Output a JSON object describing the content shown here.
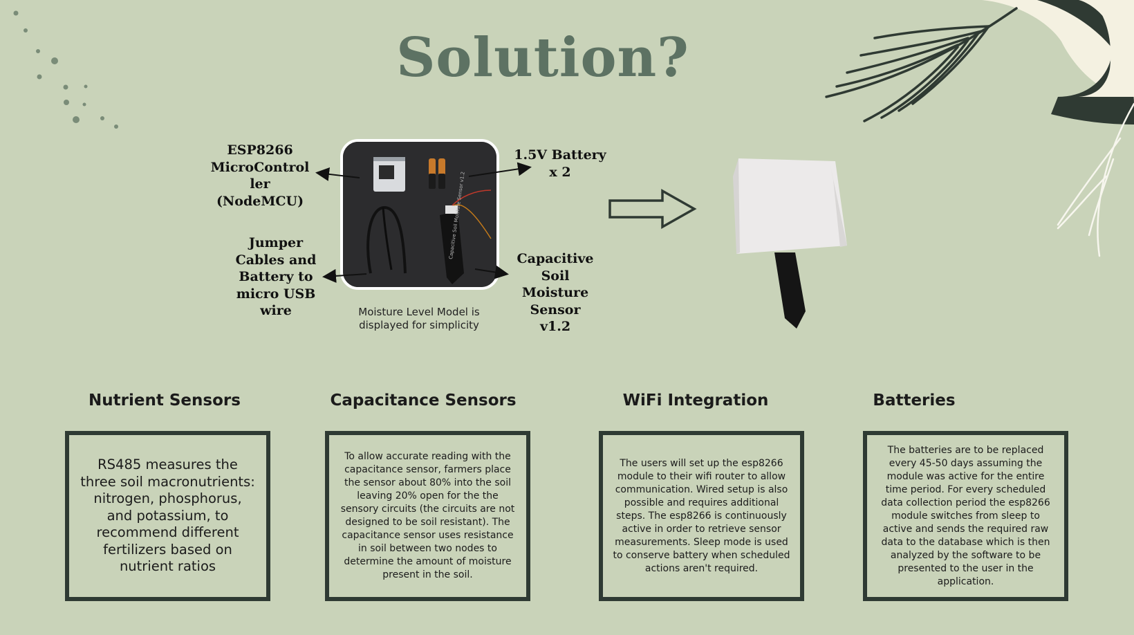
{
  "slide": {
    "title": "Solution?",
    "labels": {
      "esp8266": "ESP8266\nMicroControl\nler\n(NodeMCU)",
      "battery": "1.5V Battery\nx 2",
      "jumper": "Jumper\nCables and\nBattery to\nmicro USB\nwire",
      "capacitive": "Capacitive\nSoil\nMoisture\nSensor\nv1.2"
    },
    "caption": "Moisture Level Model is\ndisplayed for simplicity",
    "photo_sensor_text": "Capacitive Soil Moisture Sensor v1.2",
    "sections": [
      {
        "heading": "Nutrient Sensors",
        "body": "RS485 measures the three soil macronutrients: nitrogen, phosphorus, and potassium, to recommend different fertilizers based on nutrient ratios"
      },
      {
        "heading": "Capacitance Sensors",
        "body": "To allow accurate reading with the capacitance sensor, farmers place the sensor about 80% into the soil leaving 20% open for the the sensory circuits (the circuits are not designed to be soil resistant). The capacitance sensor uses resistance in soil between two nodes to determine the amount of moisture present in the soil."
      },
      {
        "heading": "WiFi Integration",
        "body": "The users will set up the esp8266 module to their wifi router to allow communication. Wired setup is also possible and requires additional steps. The esp8266 is continuously active in order to retrieve sensor measurements. Sleep mode is used to conserve battery when scheduled actions aren't required."
      },
      {
        "heading": "Batteries",
        "body": "The batteries are to be replaced every 45-50 days assuming the module was active for the entire time period. For every scheduled data collection period the esp8266 module switches from sleep to active and sends the required raw data to the database which is then analyzed by the software to be presented to the user in the application."
      }
    ]
  },
  "colors": {
    "background": "#c9d3b9",
    "title": "#5d7263",
    "card_border": "#2e3a33",
    "decor_dark": "#2f3a33",
    "decor_cream": "#f4f1e1"
  },
  "icons": [
    "dots-decoration",
    "leaf-branch-icon",
    "arrow-right-outline-icon",
    "sensor-device-icon"
  ]
}
